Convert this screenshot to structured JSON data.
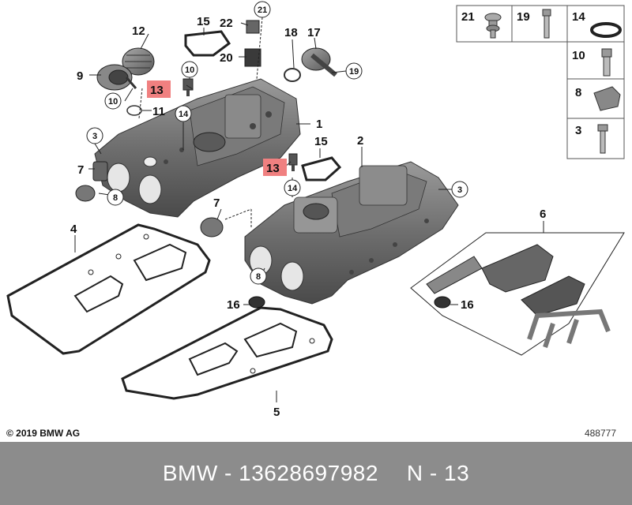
{
  "diagram": {
    "callouts": {
      "c1": "1",
      "c2": "2",
      "c3a": "3",
      "c3b": "3",
      "c4": "4",
      "c5": "5",
      "c6": "6",
      "c7a": "7",
      "c7b": "7",
      "c8a": "8",
      "c8b": "8",
      "c9": "9",
      "c10a": "10",
      "c10b": "10",
      "c11": "11",
      "c12": "12",
      "c13a": "13",
      "c13b": "13",
      "c14a": "14",
      "c14b": "14",
      "c15a": "15",
      "c15b": "15",
      "c16a": "16",
      "c16b": "16",
      "c17": "17",
      "c18": "18",
      "c19": "19",
      "c20": "20",
      "c21": "21",
      "c22": "22"
    },
    "legend": {
      "l21": "21",
      "l19": "19",
      "l14": "14",
      "l10": "10",
      "l8": "8",
      "l3": "3"
    },
    "highlight_color": "#f08080"
  },
  "copyright": "© 2019 BMW AG",
  "reference_number": "488777",
  "footer": {
    "brand": "BMW - 13628697982",
    "position": "N - 13"
  }
}
